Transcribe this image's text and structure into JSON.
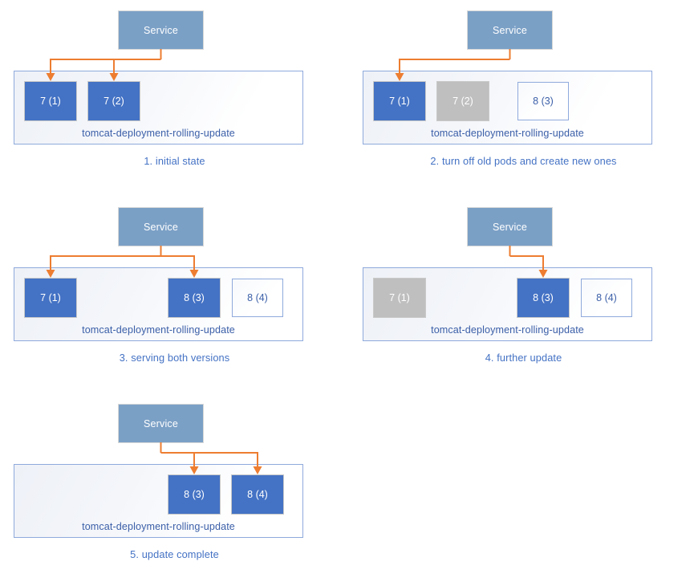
{
  "diagram": {
    "title": "Kubernetes rolling update sequence",
    "colors": {
      "service_fill": "#7BA0C6",
      "pod_active_fill": "#4472C4",
      "pod_terminating_fill": "#BFBFBF",
      "pod_pending_border": "#8FAADC",
      "arrow": "#ED7D31",
      "caption_text": "#4472C4",
      "deployment_border": "#8FAADC"
    },
    "service_label": "Service",
    "deployment_name": "tomcat-deployment-rolling-update",
    "panels": [
      {
        "id": "panel-1",
        "caption": "1. initial state",
        "service": "Service",
        "deployment": "tomcat-deployment-rolling-update",
        "pods": [
          {
            "label": "7 (1)",
            "state": "active",
            "slot": 1
          },
          {
            "label": "7 (2)",
            "state": "active",
            "slot": 2
          }
        ],
        "arrow_targets": [
          1,
          2
        ]
      },
      {
        "id": "panel-2",
        "caption": "2. turn off old pods and create new ones",
        "service": "Service",
        "deployment": "tomcat-deployment-rolling-update",
        "pods": [
          {
            "label": "7 (1)",
            "state": "active",
            "slot": 1
          },
          {
            "label": "7 (2)",
            "state": "terminating",
            "slot": 2
          },
          {
            "label": "8 (3)",
            "state": "pending",
            "slot": 3
          }
        ],
        "arrow_targets": [
          1
        ]
      },
      {
        "id": "panel-3",
        "caption": "3. serving both versions",
        "service": "Service",
        "deployment": "tomcat-deployment-rolling-update",
        "pods": [
          {
            "label": "7 (1)",
            "state": "active",
            "slot": 1
          },
          {
            "label": "8 (3)",
            "state": "active",
            "slot": 3
          },
          {
            "label": "8 (4)",
            "state": "pending",
            "slot": 4
          }
        ],
        "arrow_targets": [
          1,
          3
        ]
      },
      {
        "id": "panel-4",
        "caption": "4. further update",
        "service": "Service",
        "deployment": "tomcat-deployment-rolling-update",
        "pods": [
          {
            "label": "7 (1)",
            "state": "terminating",
            "slot": 1
          },
          {
            "label": "8 (3)",
            "state": "active",
            "slot": 3
          },
          {
            "label": "8 (4)",
            "state": "pending",
            "slot": 4
          }
        ],
        "arrow_targets": [
          3
        ]
      },
      {
        "id": "panel-5",
        "caption": "5. update complete",
        "service": "Service",
        "deployment": "tomcat-deployment-rolling-update",
        "pods": [
          {
            "label": "8 (3)",
            "state": "active",
            "slot": 3
          },
          {
            "label": "8 (4)",
            "state": "active",
            "slot": 4
          }
        ],
        "arrow_targets": [
          3,
          4
        ]
      }
    ]
  }
}
